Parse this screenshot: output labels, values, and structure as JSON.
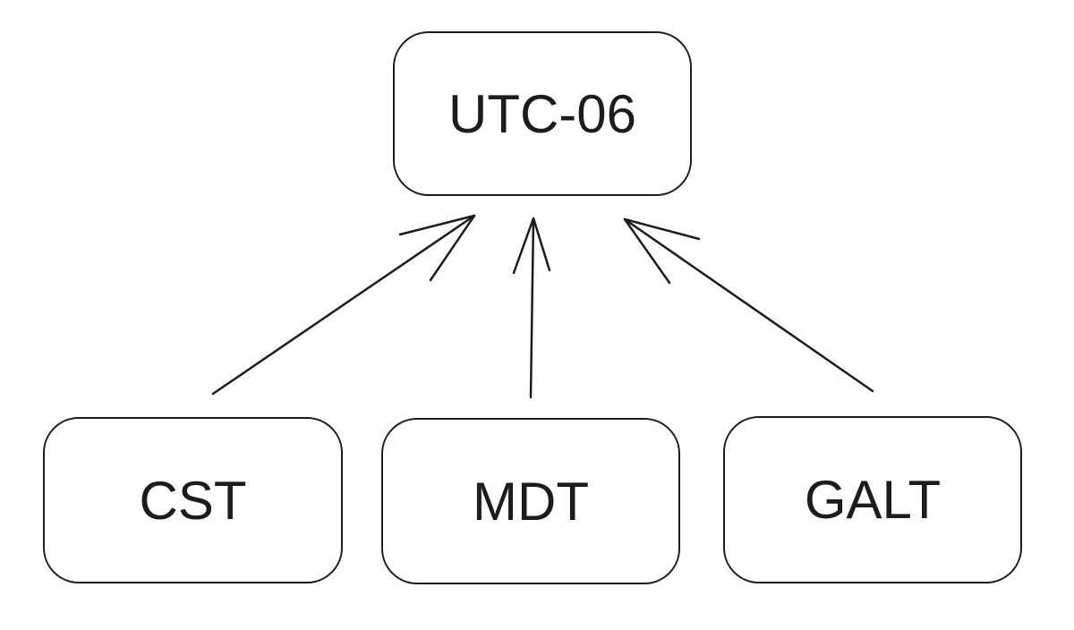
{
  "diagram": {
    "root": {
      "label": "UTC-06"
    },
    "children": [
      {
        "label": "CST"
      },
      {
        "label": "MDT"
      },
      {
        "label": "GALT"
      }
    ],
    "edge_color": "#1c1c1c",
    "text_color": "#1c1c1c"
  }
}
